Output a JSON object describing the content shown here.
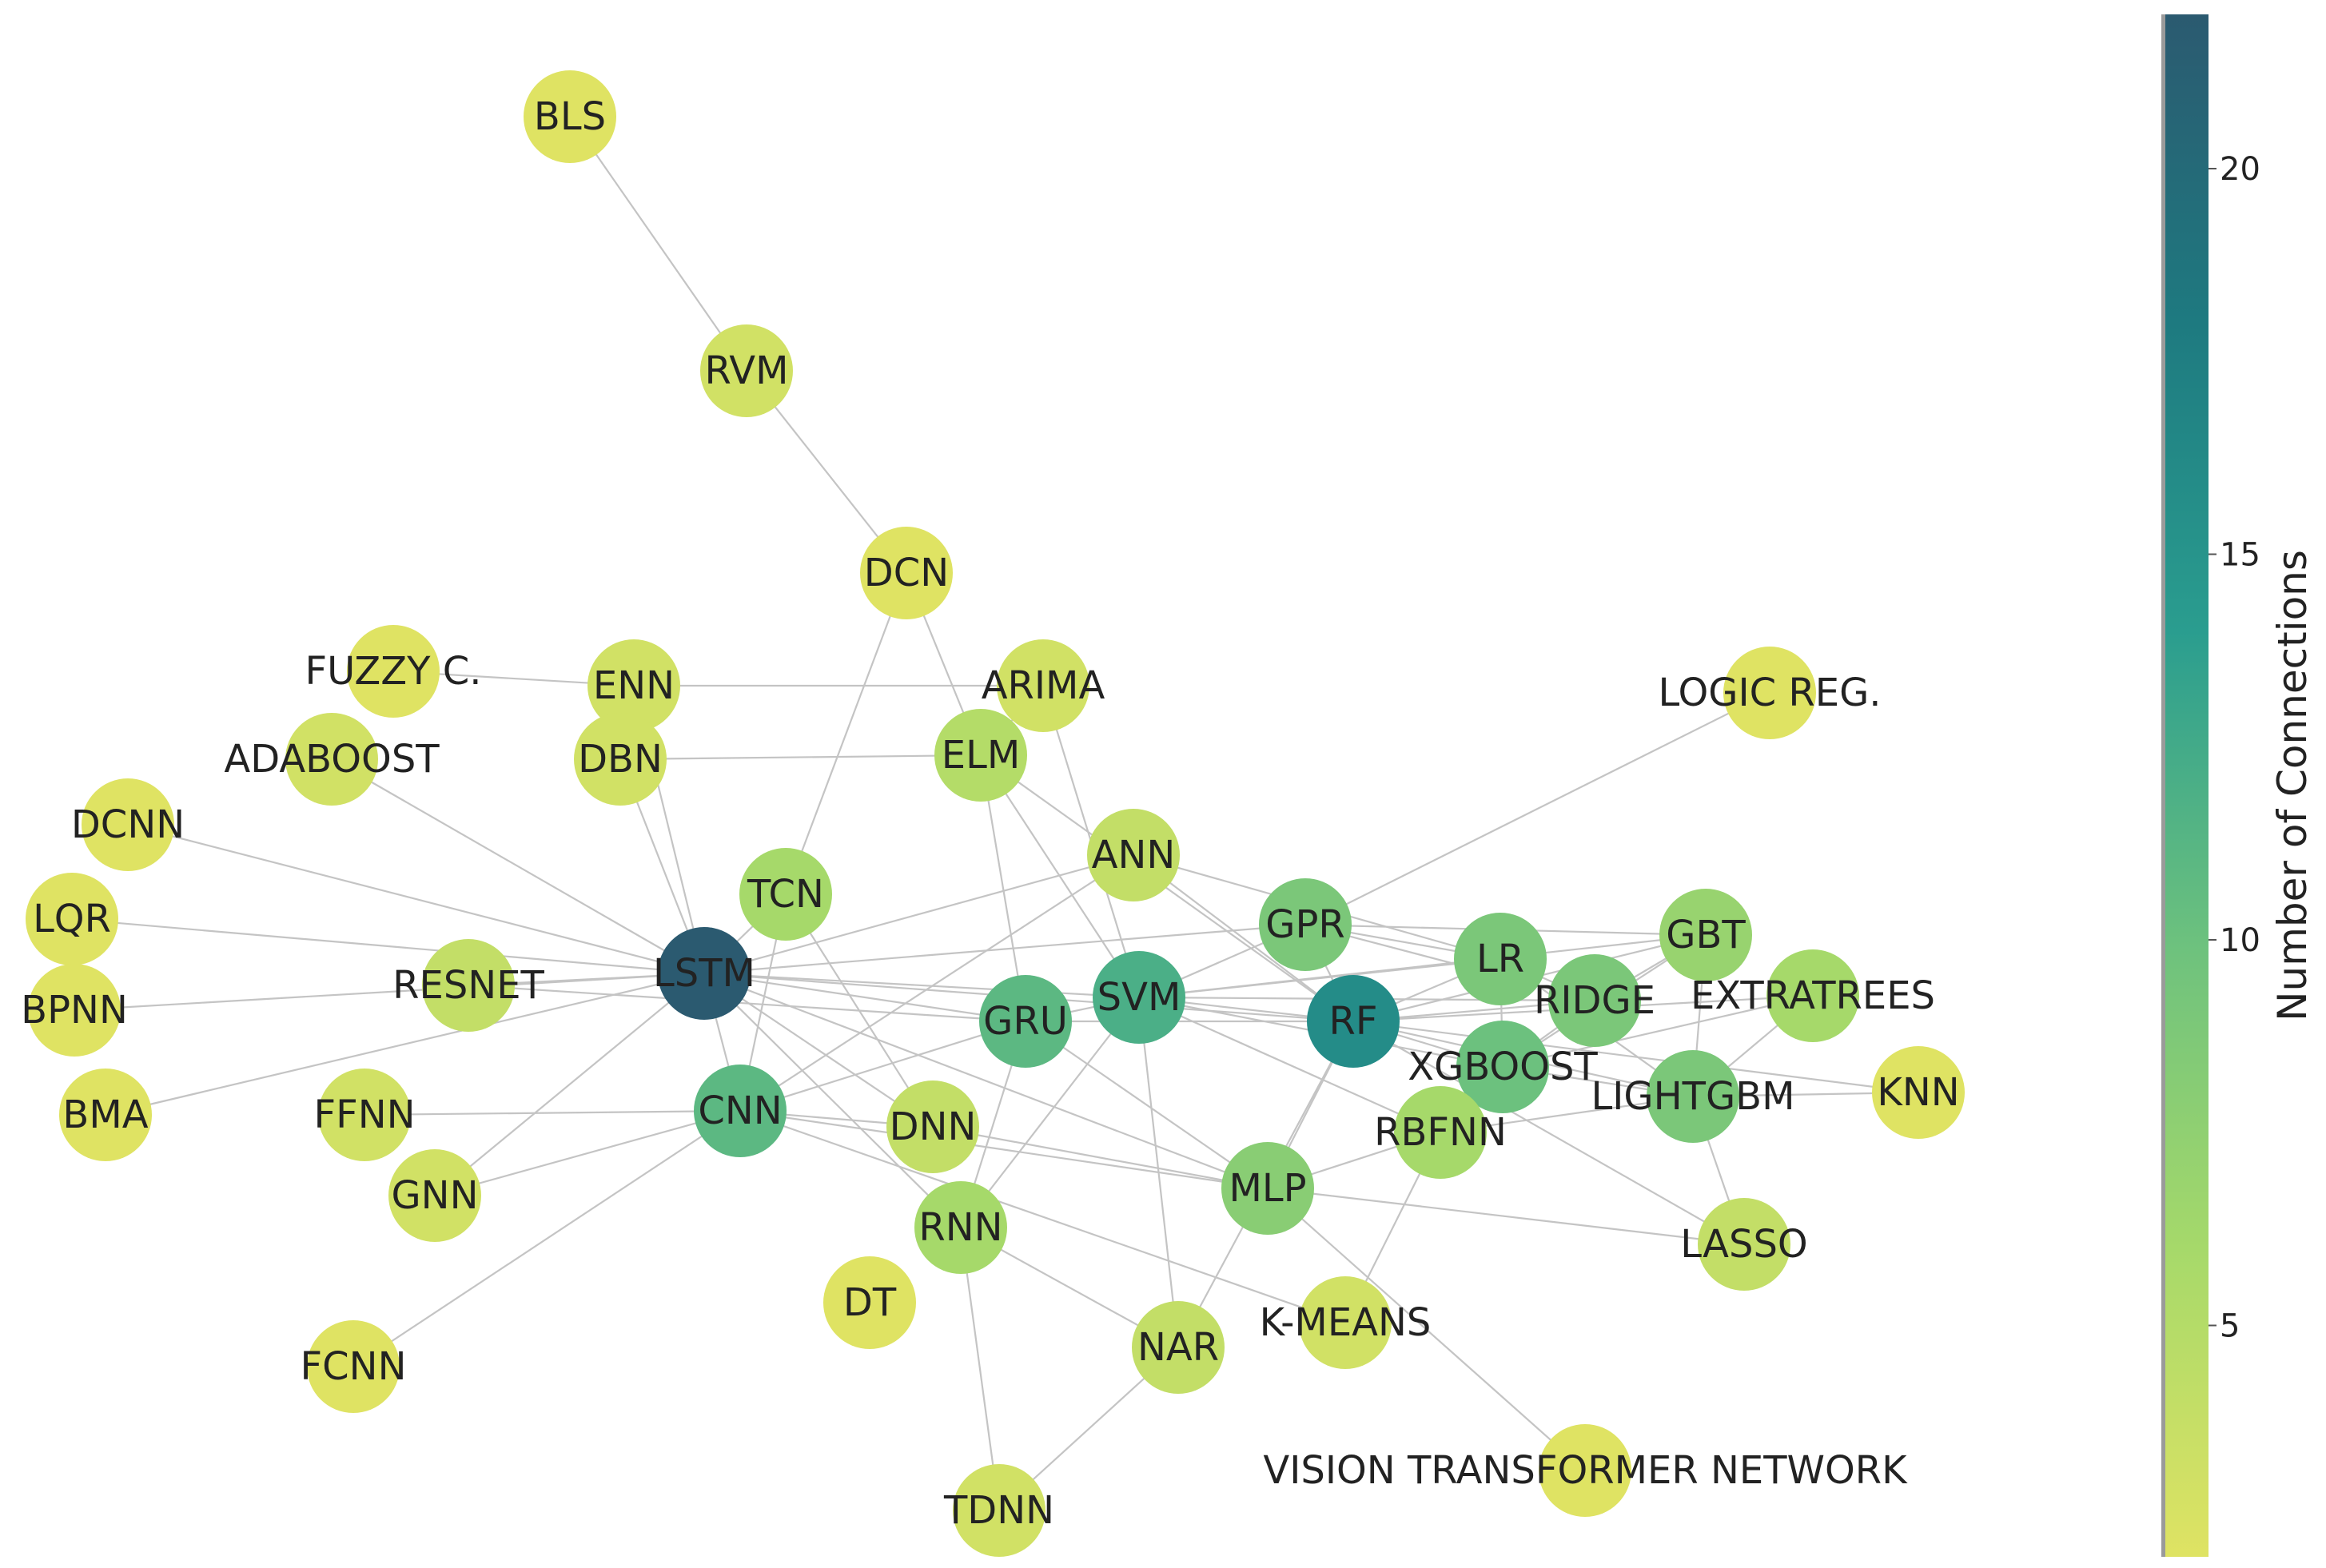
{
  "colorbar": {
    "title": "Number of Connections",
    "min": 2,
    "max": 22,
    "ticks": [
      {
        "value": 5,
        "label": "5"
      },
      {
        "value": 10,
        "label": "10"
      },
      {
        "value": 15,
        "label": "15"
      },
      {
        "value": 20,
        "label": "20"
      }
    ],
    "colors": [
      "#dfe363",
      "#a6d96a",
      "#6cc17e",
      "#2a9d8f",
      "#1e7a80",
      "#2b5a70"
    ]
  },
  "edge_color": "#c4c4c4",
  "nodes": [
    {
      "id": "bls",
      "label": "BLS",
      "connections": 2
    },
    {
      "id": "rvm",
      "label": "RVM",
      "connections": 3
    },
    {
      "id": "dcn",
      "label": "DCN",
      "connections": 2
    },
    {
      "id": "fuzzy",
      "label": "FUZZY C.",
      "connections": 2
    },
    {
      "id": "enn",
      "label": "ENN",
      "connections": 3
    },
    {
      "id": "arima",
      "label": "ARIMA",
      "connections": 3
    },
    {
      "id": "logic",
      "label": "LOGIC REG.",
      "connections": 2
    },
    {
      "id": "adaboost",
      "label": "ADABOOST",
      "connections": 3
    },
    {
      "id": "dbn",
      "label": "DBN",
      "connections": 3
    },
    {
      "id": "elm",
      "label": "ELM",
      "connections": 5
    },
    {
      "id": "dcnn",
      "label": "DCNN",
      "connections": 2
    },
    {
      "id": "ann",
      "label": "ANN",
      "connections": 4
    },
    {
      "id": "tcn",
      "label": "TCN",
      "connections": 6
    },
    {
      "id": "lqr",
      "label": "LQR",
      "connections": 2
    },
    {
      "id": "gpr",
      "label": "GPR",
      "connections": 9
    },
    {
      "id": "gbt",
      "label": "GBT",
      "connections": 7
    },
    {
      "id": "lr",
      "label": "LR",
      "connections": 9
    },
    {
      "id": "resnet",
      "label": "RESNET",
      "connections": 4
    },
    {
      "id": "lstm",
      "label": "LSTM",
      "connections": 22
    },
    {
      "id": "bpnn",
      "label": "BPNN",
      "connections": 2
    },
    {
      "id": "svm",
      "label": "SVM",
      "connections": 12
    },
    {
      "id": "ridge",
      "label": "RIDGE",
      "connections": 9
    },
    {
      "id": "extratrees",
      "label": "EXTRATREES",
      "connections": 6
    },
    {
      "id": "gru",
      "label": "GRU",
      "connections": 11
    },
    {
      "id": "rf",
      "label": "RF",
      "connections": 16
    },
    {
      "id": "xgboost",
      "label": "XGBOOST",
      "connections": 10
    },
    {
      "id": "knn",
      "label": "KNN",
      "connections": 2
    },
    {
      "id": "lightgbm",
      "label": "LIGHTGBM",
      "connections": 9
    },
    {
      "id": "bma",
      "label": "BMA",
      "connections": 2
    },
    {
      "id": "ffnn",
      "label": "FFNN",
      "connections": 3
    },
    {
      "id": "cnn",
      "label": "CNN",
      "connections": 11
    },
    {
      "id": "dnn",
      "label": "DNN",
      "connections": 4
    },
    {
      "id": "rbfnn",
      "label": "RBFNN",
      "connections": 6
    },
    {
      "id": "gnn",
      "label": "GNN",
      "connections": 3
    },
    {
      "id": "mlp",
      "label": "MLP",
      "connections": 8
    },
    {
      "id": "lasso",
      "label": "LASSO",
      "connections": 4
    },
    {
      "id": "rnn",
      "label": "RNN",
      "connections": 6
    },
    {
      "id": "dt",
      "label": "DT",
      "connections": 2
    },
    {
      "id": "kmeans",
      "label": "K-MEANS",
      "connections": 3
    },
    {
      "id": "nar",
      "label": "NAR",
      "connections": 4
    },
    {
      "id": "fcnn",
      "label": "FCNN",
      "connections": 2
    },
    {
      "id": "vit",
      "label": "VISION TRANSFORMER NETWORK",
      "connections": 2
    },
    {
      "id": "tdnn",
      "label": "TDNN",
      "connections": 3
    }
  ],
  "edges": [
    [
      "bls",
      "rvm"
    ],
    [
      "rvm",
      "dcn"
    ],
    [
      "dcn",
      "tcn"
    ],
    [
      "dcn",
      "elm"
    ],
    [
      "fuzzy",
      "enn"
    ],
    [
      "enn",
      "arima"
    ],
    [
      "enn",
      "lstm"
    ],
    [
      "dbn",
      "elm"
    ],
    [
      "dbn",
      "lstm"
    ],
    [
      "arima",
      "svm"
    ],
    [
      "arima",
      "elm"
    ],
    [
      "adaboost",
      "lstm"
    ],
    [
      "dcnn",
      "lstm"
    ],
    [
      "lqr",
      "lstm"
    ],
    [
      "bpnn",
      "lstm"
    ],
    [
      "bma",
      "lstm"
    ],
    [
      "resnet",
      "lstm"
    ],
    [
      "resnet",
      "gru"
    ],
    [
      "lstm",
      "gru"
    ],
    [
      "lstm",
      "svm"
    ],
    [
      "lstm",
      "rf"
    ],
    [
      "lstm",
      "cnn"
    ],
    [
      "lstm",
      "dnn"
    ],
    [
      "lstm",
      "rnn"
    ],
    [
      "lstm",
      "mlp"
    ],
    [
      "lstm",
      "gpr"
    ],
    [
      "lstm",
      "ann"
    ],
    [
      "lstm",
      "gnn"
    ],
    [
      "lstm",
      "tcn"
    ],
    [
      "elm",
      "gru"
    ],
    [
      "elm",
      "svm"
    ],
    [
      "elm",
      "rf"
    ],
    [
      "ann",
      "cnn"
    ],
    [
      "ann",
      "rf"
    ],
    [
      "ann",
      "lr"
    ],
    [
      "tcn",
      "cnn"
    ],
    [
      "tcn",
      "dnn"
    ],
    [
      "gpr",
      "svm"
    ],
    [
      "gpr",
      "lr"
    ],
    [
      "gpr",
      "gbt"
    ],
    [
      "gpr",
      "ridge"
    ],
    [
      "gpr",
      "rf"
    ],
    [
      "gpr",
      "logic"
    ],
    [
      "gbt",
      "svm"
    ],
    [
      "gbt",
      "rf"
    ],
    [
      "gbt",
      "xgboost"
    ],
    [
      "gbt",
      "lightgbm"
    ],
    [
      "gbt",
      "ridge"
    ],
    [
      "lr",
      "rf"
    ],
    [
      "lr",
      "ridge"
    ],
    [
      "lr",
      "svm"
    ],
    [
      "lr",
      "lightgbm"
    ],
    [
      "lr",
      "xgboost"
    ],
    [
      "svm",
      "gru"
    ],
    [
      "svm",
      "rf"
    ],
    [
      "svm",
      "ridge"
    ],
    [
      "svm",
      "rnn"
    ],
    [
      "svm",
      "nar"
    ],
    [
      "svm",
      "rbfnn"
    ],
    [
      "svm",
      "xgboost"
    ],
    [
      "gru",
      "cnn"
    ],
    [
      "gru",
      "rf"
    ],
    [
      "gru",
      "rnn"
    ],
    [
      "gru",
      "mlp"
    ],
    [
      "rf",
      "xgboost"
    ],
    [
      "rf",
      "lightgbm"
    ],
    [
      "rf",
      "extratrees"
    ],
    [
      "rf",
      "ridge"
    ],
    [
      "rf",
      "mlp"
    ],
    [
      "rf",
      "knn"
    ],
    [
      "rf",
      "lasso"
    ],
    [
      "rf",
      "nar"
    ],
    [
      "xgboost",
      "lightgbm"
    ],
    [
      "xgboost",
      "extratrees"
    ],
    [
      "xgboost",
      "ridge"
    ],
    [
      "lightgbm",
      "knn"
    ],
    [
      "lightgbm",
      "lasso"
    ],
    [
      "lightgbm",
      "rbfnn"
    ],
    [
      "lightgbm",
      "extratrees"
    ],
    [
      "ffnn",
      "cnn"
    ],
    [
      "gnn",
      "cnn"
    ],
    [
      "fcnn",
      "cnn"
    ],
    [
      "cnn",
      "dnn"
    ],
    [
      "cnn",
      "mlp"
    ],
    [
      "cnn",
      "kmeans"
    ],
    [
      "dnn",
      "mlp"
    ],
    [
      "rbfnn",
      "mlp"
    ],
    [
      "rbfnn",
      "kmeans"
    ],
    [
      "mlp",
      "lasso"
    ],
    [
      "mlp",
      "vit"
    ],
    [
      "rnn",
      "nar"
    ],
    [
      "rnn",
      "tdnn"
    ],
    [
      "nar",
      "tdnn"
    ]
  ]
}
